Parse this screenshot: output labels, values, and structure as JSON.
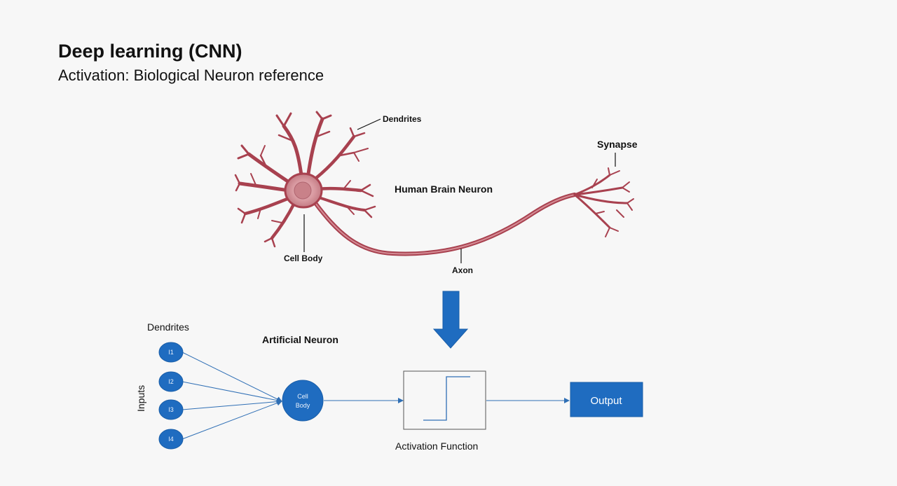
{
  "slide": {
    "title": "Deep learning (CNN)",
    "subtitle": "Activation: Biological Neuron reference"
  },
  "bio_neuron": {
    "name": "Human Brain Neuron",
    "labels": {
      "dendrites": "Dendrites",
      "synapse": "Synapse",
      "cell_body": "Cell Body",
      "axon": "Axon"
    },
    "color": "#a8414f"
  },
  "artificial_neuron": {
    "name": "Artificial Neuron",
    "dendrites_label": "Dendrites",
    "inputs_label": "Inputs",
    "inputs": [
      "I1",
      "I2",
      "I3",
      "I4"
    ],
    "cell_body_lines": [
      "Cell",
      "Body"
    ],
    "activation_label": "Activation Function",
    "output_label": "Output",
    "color": "#1f6cc0"
  }
}
